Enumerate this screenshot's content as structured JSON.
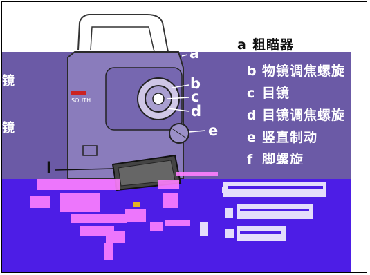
{
  "labels": [
    {
      "key": "a",
      "text": "粗瞄器"
    },
    {
      "key": "b",
      "text": "物镜调焦螺旋"
    },
    {
      "key": "c",
      "text": "目镜"
    },
    {
      "key": "d",
      "text": "目镜调焦螺旋"
    },
    {
      "key": "e",
      "text": "竖直制动"
    },
    {
      "key": "f",
      "text": "脚螺旋"
    }
  ],
  "callouts": [
    "a",
    "b",
    "c",
    "d",
    "e",
    "l"
  ],
  "brand_text": "SOUTH",
  "side_glyphs": [
    "镜",
    "镜"
  ],
  "colors": {
    "band_upper": "#6b5aa6",
    "band_lower": "#4d1de6",
    "noise_pink": "#ff80ff",
    "noise_white": "#ffffff"
  }
}
